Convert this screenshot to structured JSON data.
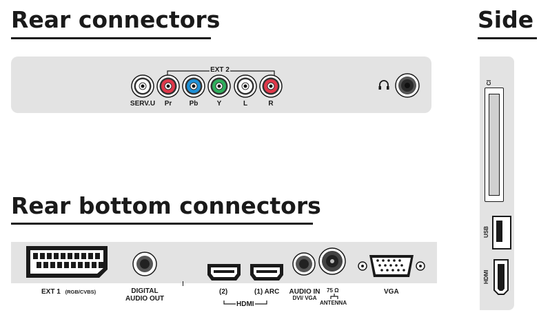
{
  "rear": {
    "title": "Rear connectors",
    "ext2_label": "EXT 2",
    "ports": [
      {
        "label": "SERV.U",
        "color": "#ffffff"
      },
      {
        "label": "Pr",
        "color": "#e0384a"
      },
      {
        "label": "Pb",
        "color": "#1e90d6"
      },
      {
        "label": "Y",
        "color": "#2fae5c"
      },
      {
        "label": "L",
        "color": "#ffffff"
      },
      {
        "label": "R",
        "color": "#e0384a"
      }
    ],
    "headphone_icon": "headphone-icon"
  },
  "side": {
    "title": "Side",
    "ci_label": "CI",
    "usb_label": "USB",
    "hdmi_label": "HDMI"
  },
  "bottom": {
    "title": "Rear bottom connectors",
    "ext1_label": "EXT 1",
    "ext1_sub": "(RGB/CVBS)",
    "digital_audio_out_line1": "DIGITAL",
    "digital_audio_out_line2": "AUDIO OUT",
    "hdmi2_label": "(2)",
    "hdmi1_label": "(1) ARC",
    "hdmi_group_label": "HDMI",
    "audio_in_line1": "AUDIO IN",
    "audio_in_line2": "DVI/ VGA",
    "ohm_label": "75 Ω",
    "antenna_label": "ANTENNA",
    "vga_label": "VGA"
  },
  "colors": {
    "panel": "#e3e3e3",
    "text": "#1a1a1a",
    "rca_red": "#e0384a",
    "rca_blue": "#1e90d6",
    "rca_green": "#2fae5c"
  }
}
